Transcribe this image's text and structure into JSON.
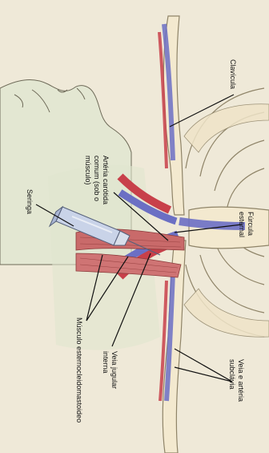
{
  "figure": {
    "orientation": "rotated 90 degrees clockwise",
    "colors": {
      "background": "#efe9d8",
      "skin": "#e6dcc4",
      "muscle": "#c96a6a",
      "artery": "#c8404a",
      "vein": "#6b6fc4",
      "bone": "#efe4c8",
      "bone_outline": "#8f8468",
      "syringe": "#c9d3e8"
    }
  },
  "labels": {
    "clavicula": "Clavícula",
    "furcula": "Fúrcula\nesternal",
    "veia_arteria": "Veia e artéria\nsubclávia",
    "arteria_carotida": "Artéria carótida\ncomum (sob o\nmúsculo)",
    "seringa": "Seringa",
    "veia_jugular": "Veia jugular\ninterna",
    "musculo": "Músculo esternocleidomastoideo"
  }
}
